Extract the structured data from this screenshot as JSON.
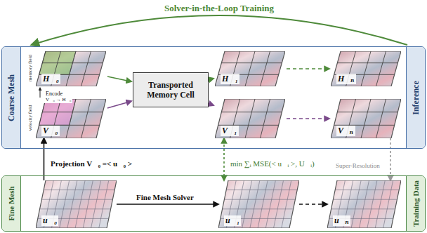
{
  "diagram": {
    "nodes": [
      {
        "text": [
          "Coarse Mesh",
          "Inference"
        ]
      },
      {
        "text": [
          "H⃗₀"
        ],
        "in": 0
      },
      {
        "text": [
          "V⃗₀"
        ],
        "in": 0
      },
      {
        "text": [
          "Transported Memory Cell"
        ],
        "in": 0
      },
      {
        "text": [
          "H⃗₁"
        ],
        "in": 0
      },
      {
        "text": [
          "V⃗₁"
        ],
        "in": 0
      },
      {
        "text": [
          "H⃗ₙ"
        ],
        "in": 0
      },
      {
        "text": [
          "V⃗ₙ"
        ],
        "in": 0
      },
      {
        "text": [
          "Fine Mesh",
          "Training Data"
        ]
      },
      {
        "text": [
          "u⃗₀"
        ],
        "in": 8
      },
      {
        "text": [
          "u⃗₁"
        ],
        "in": 8
      },
      {
        "text": [
          "u⃗ₙ"
        ],
        "in": 8
      }
    ],
    "edges": [
      {
        "from": 1,
        "to": 3,
        "arrow": "to"
      },
      {
        "from": 2,
        "to": 3,
        "arrow": "to"
      },
      {
        "from": 3,
        "to": 4,
        "arrow": "to"
      },
      {
        "from": 3,
        "to": 5,
        "arrow": "to"
      },
      {
        "from": 4,
        "to": 6,
        "arrow": "to"
      },
      {
        "from": 5,
        "to": 7,
        "arrow": "to"
      },
      {
        "from": 9,
        "to": 2,
        "label": "Projection V⃗₀ =< u⃗₀ >",
        "arrow": "to"
      },
      {
        "from": 10,
        "to": 5,
        "label": "min ∑ᵢ MSE(< u⃗ᵢ >, U⃗ᵢ)",
        "arrow": "both"
      },
      {
        "from": 7,
        "to": 11,
        "label": "Super-Resolution",
        "arrow": "to"
      },
      {
        "from": 9,
        "to": 10,
        "label": "Fine Mesh Solver",
        "arrow": "to"
      },
      {
        "from": 10,
        "to": 11,
        "arrow": "to"
      }
    ],
    "labels": [
      "Solver-in-the-Loop Training",
      "memory field",
      "velocity field",
      "Encode",
      "V⃗₀ → H⃗₀"
    ]
  }
}
